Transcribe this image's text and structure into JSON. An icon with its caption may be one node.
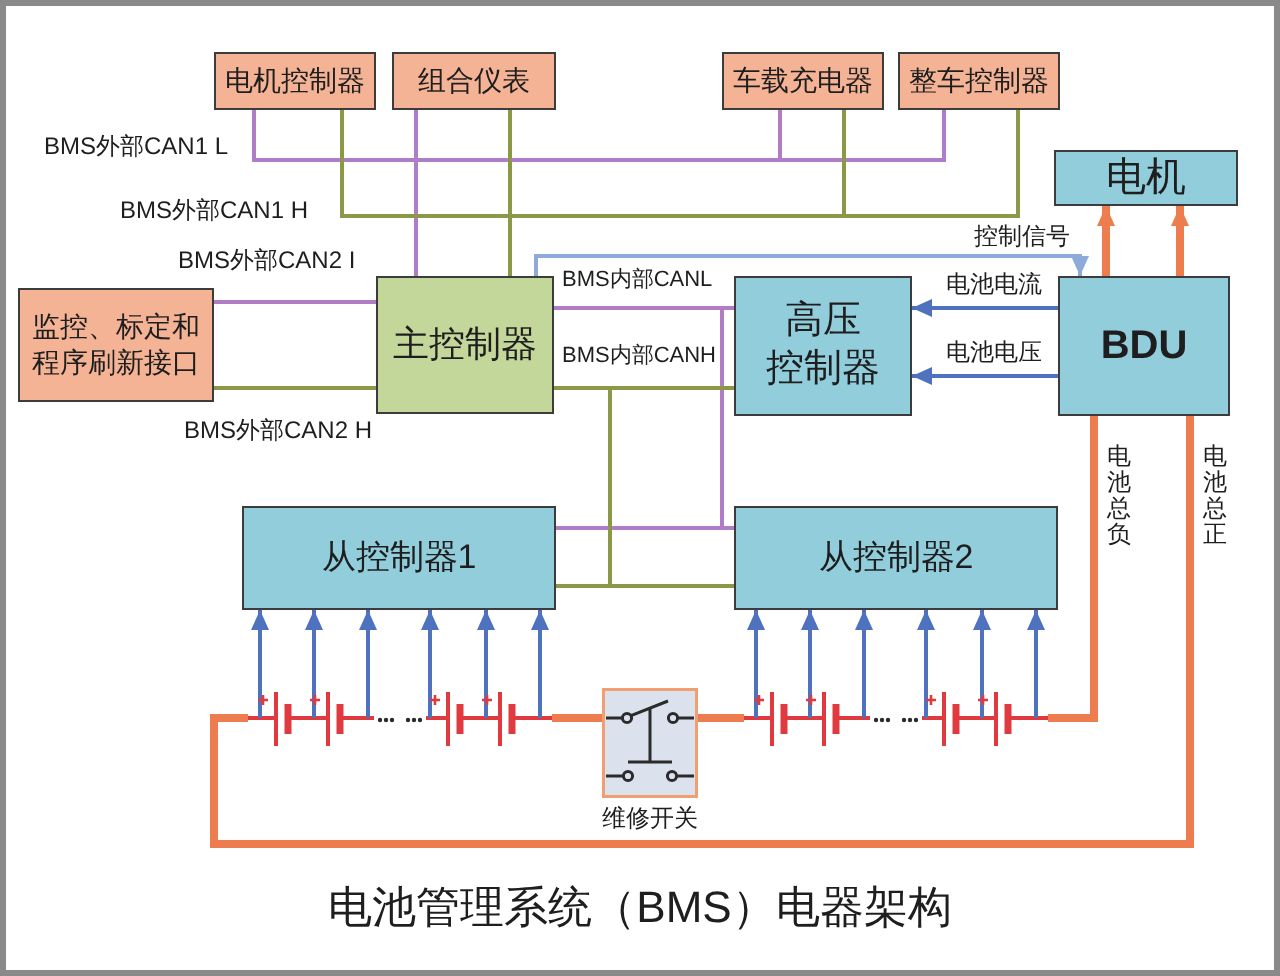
{
  "diagram": {
    "caption": "电池管理系统（BMS）电器架构",
    "nodes": [
      {
        "text": [
          "电机控制器"
        ]
      },
      {
        "text": [
          "组合仪表"
        ]
      },
      {
        "text": [
          "车载充电器"
        ]
      },
      {
        "text": [
          "整车控制器"
        ]
      },
      {
        "text": [
          "电机"
        ]
      },
      {
        "text": [
          "监控、标定和程序刷新接口"
        ]
      },
      {
        "text": [
          "主控制器"
        ]
      },
      {
        "text": [
          "高压控制器"
        ]
      },
      {
        "text": [
          "BDU"
        ]
      },
      {
        "text": [
          "从控制器1"
        ]
      },
      {
        "text": [
          "从控制器2"
        ]
      },
      {
        "text": [],
        "shape": "battery"
      },
      {
        "text": [
          "维修开关"
        ]
      },
      {
        "text": [],
        "shape": "battery"
      }
    ],
    "edges": [
      {
        "from": 6,
        "to": 0,
        "arrow": "none",
        "label": "BMS外部CAN1 L",
        "color": "#b07cc6"
      },
      {
        "from": 6,
        "to": 1,
        "arrow": "none",
        "color": "#b07cc6"
      },
      {
        "from": 6,
        "to": 2,
        "arrow": "none",
        "color": "#b07cc6"
      },
      {
        "from": 6,
        "to": 3,
        "arrow": "none",
        "color": "#b07cc6"
      },
      {
        "from": 6,
        "to": 0,
        "arrow": "none",
        "label": "BMS外部CAN1 H",
        "color": "#8a9848"
      },
      {
        "from": 6,
        "to": 1,
        "arrow": "none",
        "color": "#8a9848"
      },
      {
        "from": 6,
        "to": 2,
        "arrow": "none",
        "color": "#8a9848"
      },
      {
        "from": 6,
        "to": 3,
        "arrow": "none",
        "color": "#8a9848"
      },
      {
        "from": 5,
        "to": 6,
        "arrow": "none",
        "label": "BMS外部CAN2 I",
        "color": "#b07cc6"
      },
      {
        "from": 5,
        "to": 6,
        "arrow": "none",
        "label": "BMS外部CAN2 H",
        "color": "#8a9848"
      },
      {
        "from": 6,
        "to": 7,
        "arrow": "none",
        "label": "BMS内部CANL",
        "color": "#b07cc6"
      },
      {
        "from": 6,
        "to": 9,
        "arrow": "none",
        "color": "#b07cc6"
      },
      {
        "from": 6,
        "to": 10,
        "arrow": "none",
        "color": "#b07cc6"
      },
      {
        "from": 6,
        "to": 7,
        "arrow": "none",
        "label": "BMS内部CANH",
        "color": "#8a9848"
      },
      {
        "from": 6,
        "to": 9,
        "arrow": "none",
        "color": "#8a9848"
      },
      {
        "from": 6,
        "to": 10,
        "arrow": "none",
        "color": "#8a9848"
      },
      {
        "from": 6,
        "to": 8,
        "arrow": "to",
        "label": "控制信号",
        "color": "#8eaadb"
      },
      {
        "from": 8,
        "to": 7,
        "arrow": "to",
        "label": "电池电流"
      },
      {
        "from": 8,
        "to": 7,
        "arrow": "to",
        "label": "电池电压"
      },
      {
        "from": 8,
        "to": 4,
        "arrow": "to",
        "style": "thick",
        "color": "#ed7d4e"
      },
      {
        "from": 8,
        "to": 4,
        "arrow": "to",
        "style": "thick",
        "color": "#ed7d4e"
      },
      {
        "from": 8,
        "to": 13,
        "arrow": "none",
        "label": "电池总负",
        "style": "thick",
        "color": "#ed7d4e"
      },
      {
        "from": 8,
        "to": 11,
        "arrow": "none",
        "label": "电池总正",
        "style": "thick",
        "color": "#ed7d4e"
      },
      {
        "from": 11,
        "to": 12,
        "arrow": "none",
        "style": "thick",
        "color": "#ed7d4e"
      },
      {
        "from": 12,
        "to": 13,
        "arrow": "none",
        "style": "thick",
        "color": "#ed7d4e"
      },
      {
        "from": 11,
        "to": 9,
        "arrow": "to"
      },
      {
        "from": 11,
        "to": 9,
        "arrow": "to"
      },
      {
        "from": 11,
        "to": 9,
        "arrow": "to"
      },
      {
        "from": 11,
        "to": 9,
        "arrow": "to"
      },
      {
        "from": 11,
        "to": 9,
        "arrow": "to"
      },
      {
        "from": 11,
        "to": 9,
        "arrow": "to"
      },
      {
        "from": 13,
        "to": 10,
        "arrow": "to"
      },
      {
        "from": 13,
        "to": 10,
        "arrow": "to"
      },
      {
        "from": 13,
        "to": 10,
        "arrow": "to"
      },
      {
        "from": 13,
        "to": 10,
        "arrow": "to"
      },
      {
        "from": 13,
        "to": 10,
        "arrow": "to"
      },
      {
        "from": 13,
        "to": 10,
        "arrow": "to"
      }
    ]
  }
}
